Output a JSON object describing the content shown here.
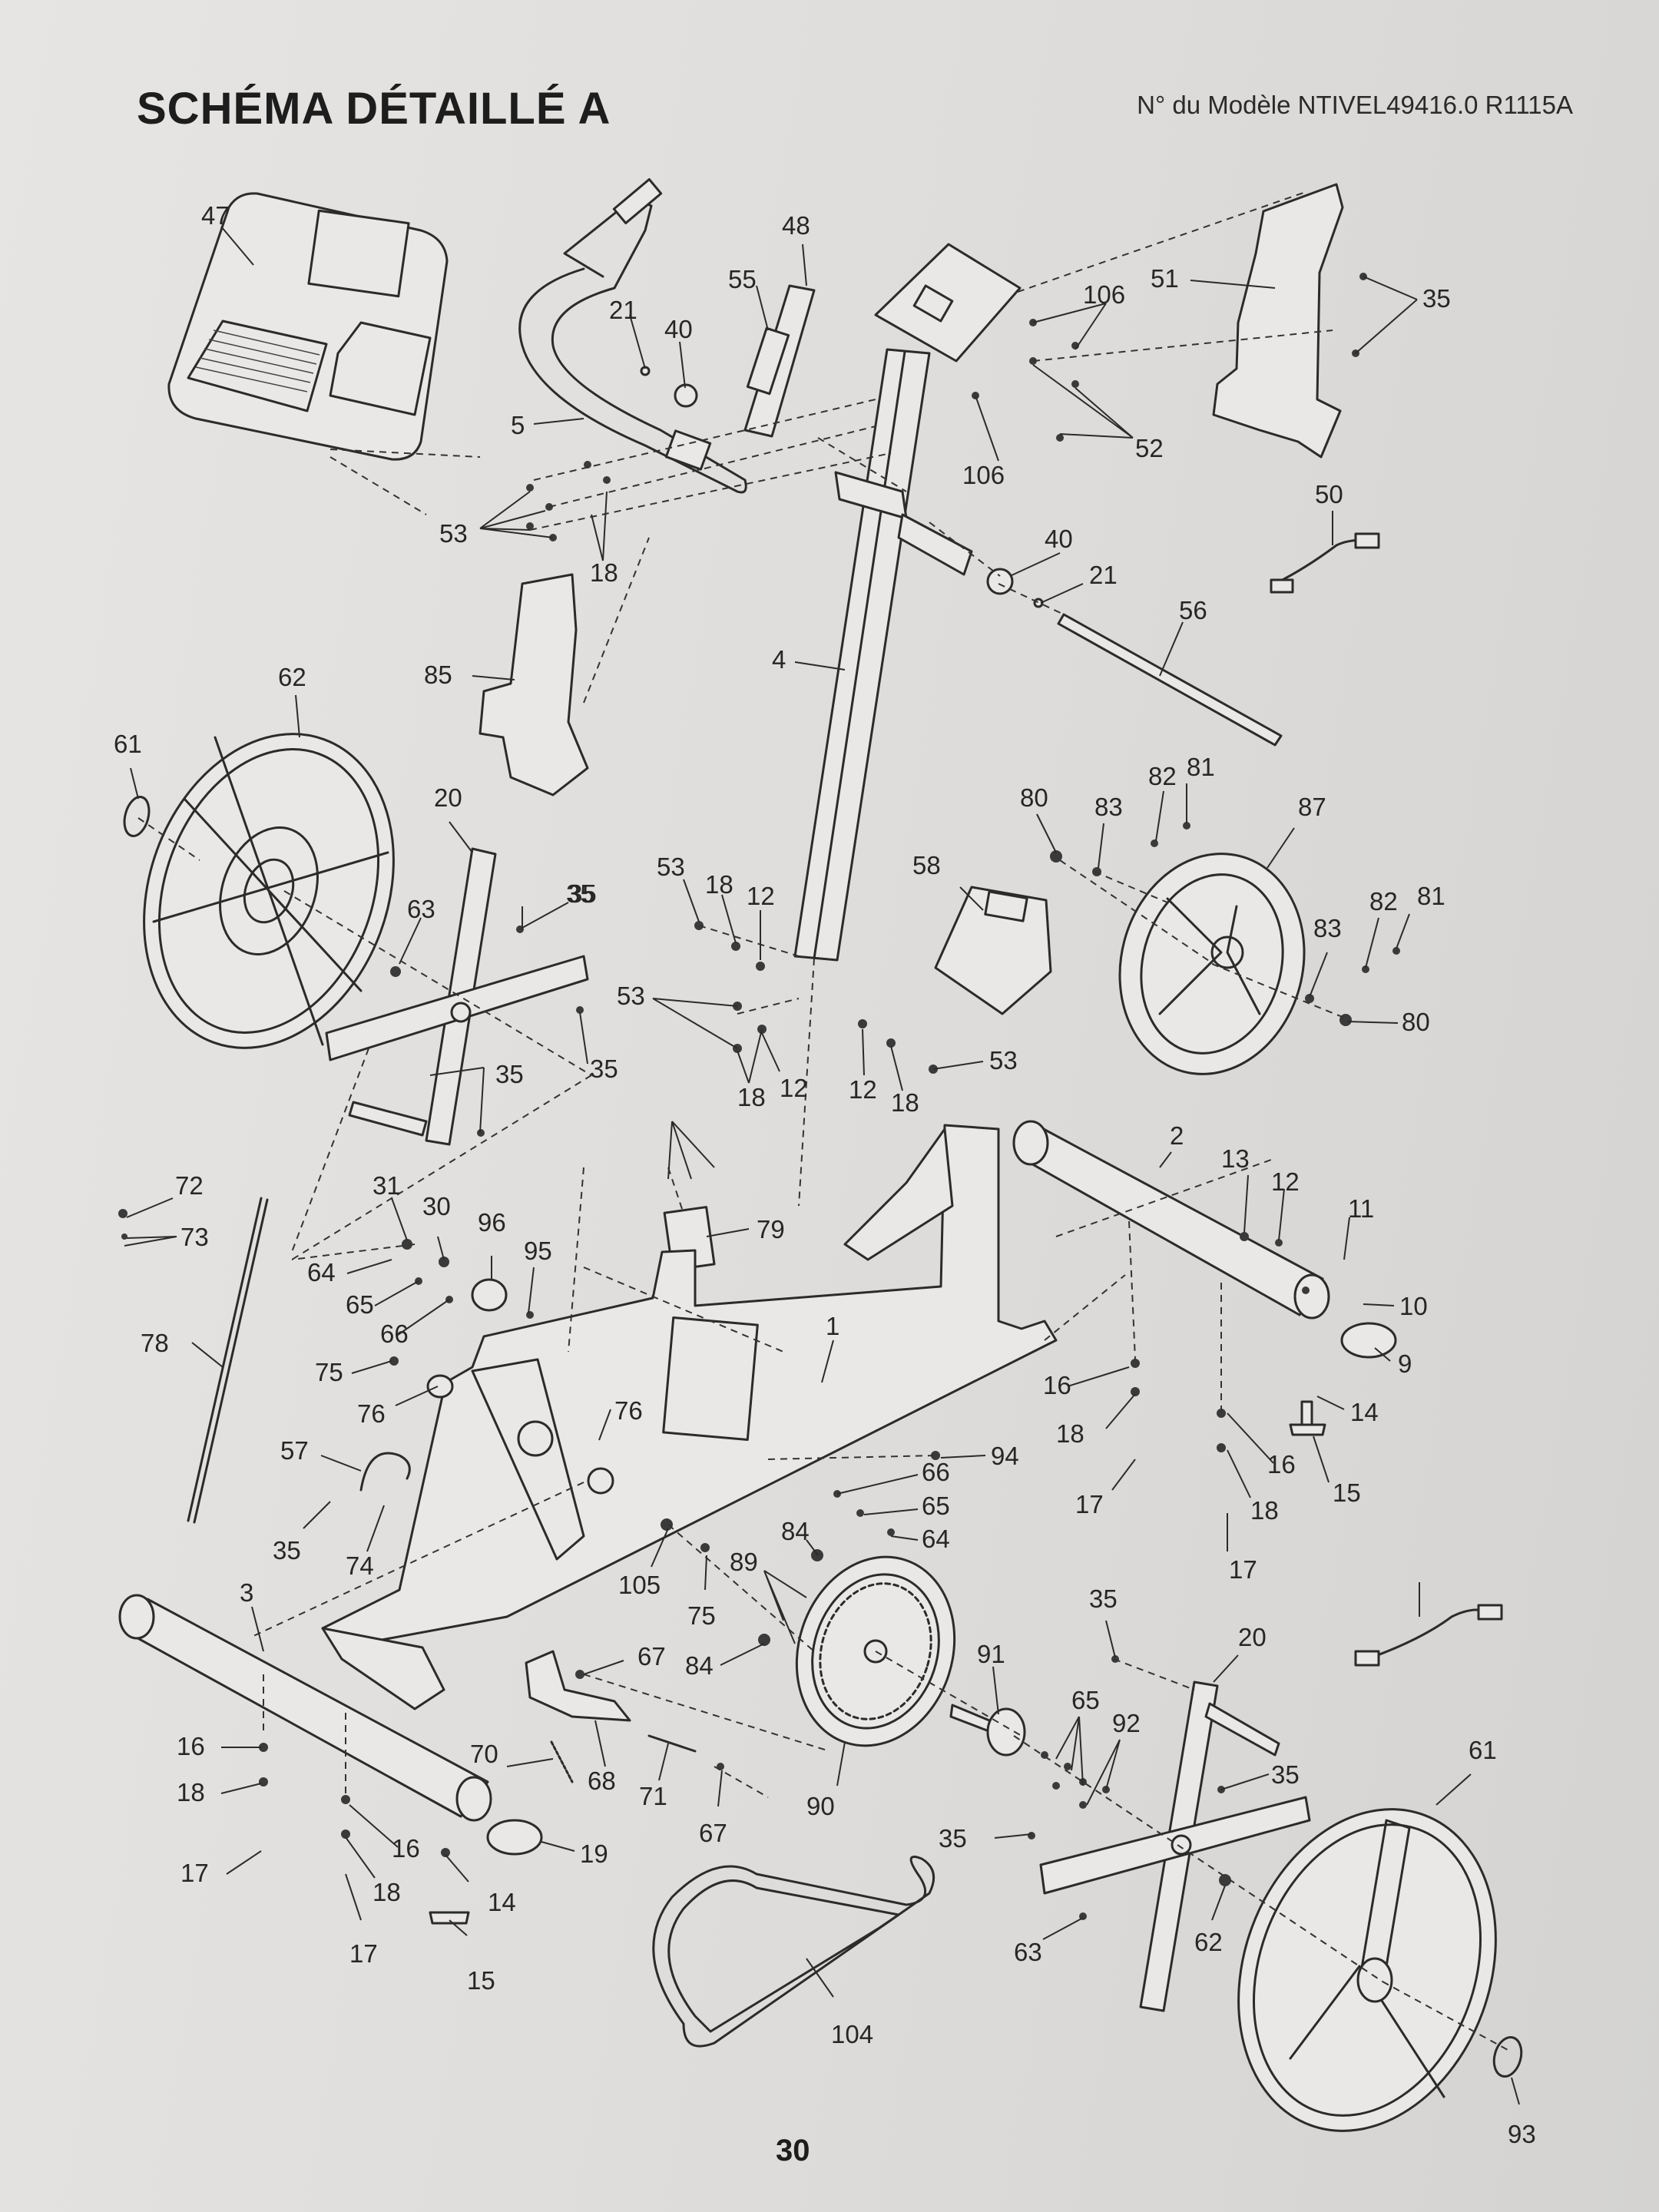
{
  "page": {
    "title": "SCHÉMA DÉTAILLÉ A",
    "model_number": "N° du Modèle NTIVEL49416.0 R1115A",
    "page_number": "30"
  },
  "part_labels": [
    "47",
    "48",
    "55",
    "21",
    "40",
    "5",
    "53",
    "18",
    "106",
    "51",
    "35",
    "52",
    "106",
    "50",
    "40",
    "21",
    "56",
    "4",
    "85",
    "62",
    "61",
    "20",
    "35",
    "63",
    "53",
    "18",
    "12",
    "53",
    "18",
    "12",
    "12",
    "18",
    "53",
    "58",
    "80",
    "83",
    "82",
    "81",
    "87",
    "82",
    "81",
    "83",
    "80",
    "35",
    "35",
    "35",
    "79",
    "72",
    "73",
    "31",
    "30",
    "96",
    "95",
    "64",
    "65",
    "66",
    "75",
    "76",
    "78",
    "57",
    "35",
    "74",
    "76",
    "1",
    "2",
    "13",
    "12",
    "11",
    "10",
    "9",
    "16",
    "18",
    "17",
    "14",
    "16",
    "15",
    "18",
    "17",
    "94",
    "66",
    "65",
    "64",
    "84",
    "89",
    "105",
    "75",
    "84",
    "3",
    "16",
    "18",
    "17",
    "16",
    "18",
    "17",
    "14",
    "15",
    "19",
    "67",
    "70",
    "68",
    "71",
    "67",
    "90",
    "91",
    "65",
    "92",
    "35",
    "20",
    "35",
    "35",
    "63",
    "62",
    "61",
    "93",
    "104"
  ],
  "colors": {
    "ink": "#2b2b2b",
    "paper": "#e3e2e0"
  }
}
